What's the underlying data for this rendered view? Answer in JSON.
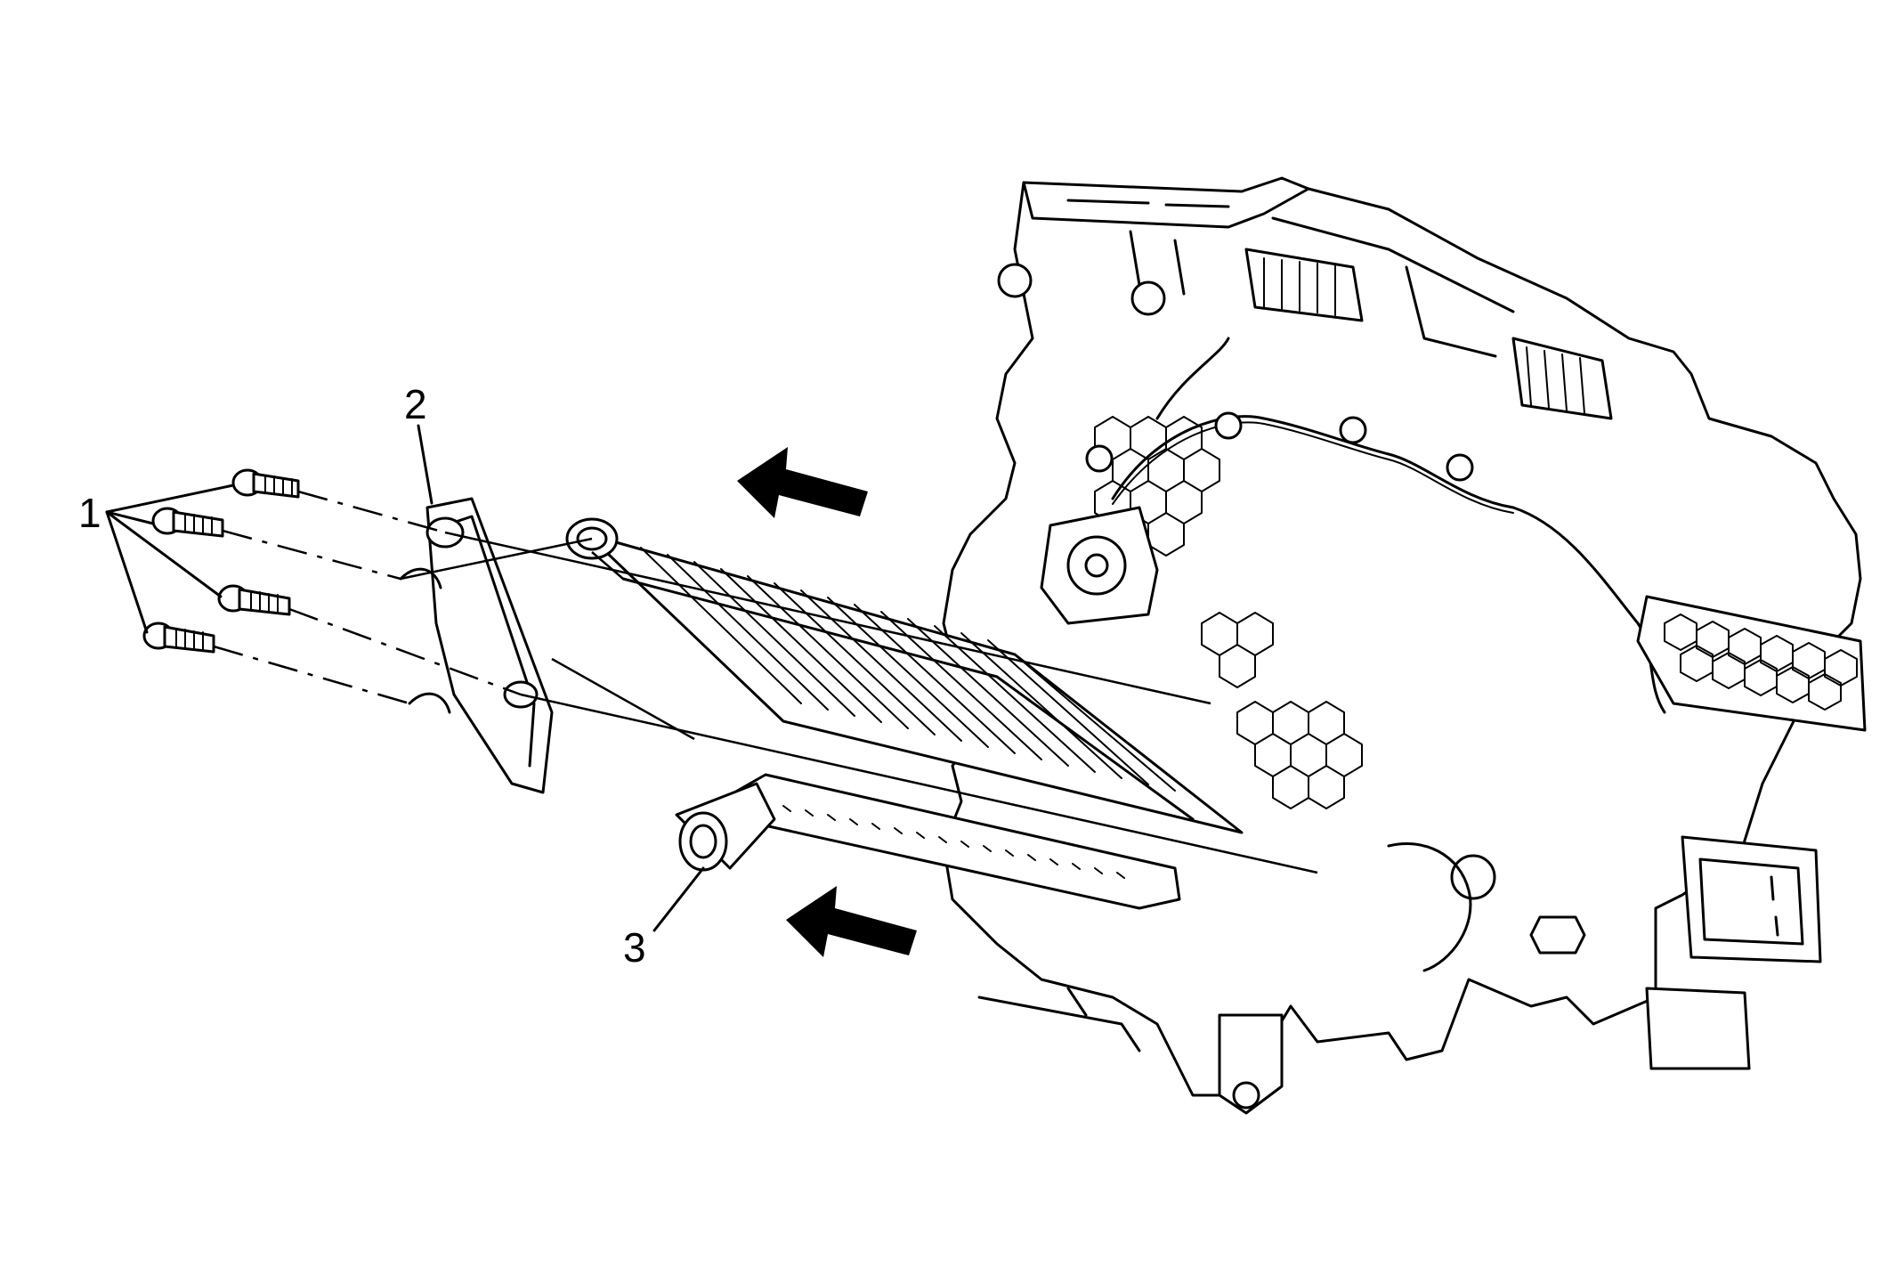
{
  "callouts": [
    {
      "label": "1",
      "part": "bolts"
    },
    {
      "label": "2",
      "part": "bracket"
    },
    {
      "label": "3",
      "part": "heater-core"
    }
  ],
  "arrows": [
    {
      "name": "upper-removal-arrow",
      "direction": "left"
    },
    {
      "name": "lower-removal-arrow",
      "direction": "left"
    }
  ],
  "colors": {
    "line": "#000000",
    "background": "#ffffff"
  }
}
